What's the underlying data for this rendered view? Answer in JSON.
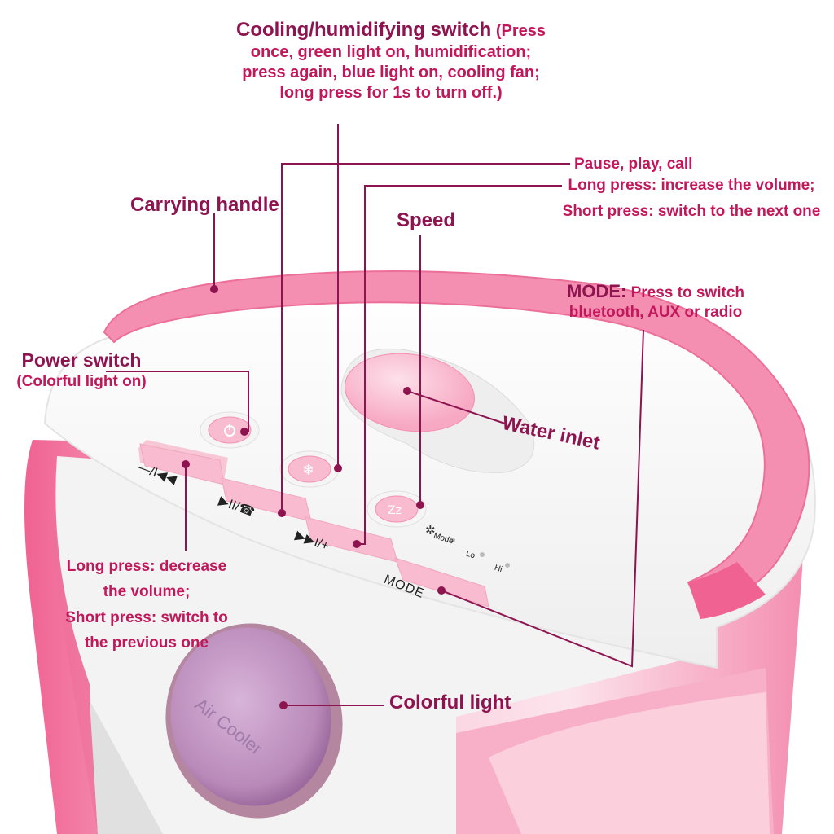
{
  "labels": {
    "cooling_title": "Cooling/humidifying switch",
    "cooling_desc_1": "(Press",
    "cooling_desc_2": "once, green light on, humidification;",
    "cooling_desc_3": "press again, blue light on, cooling fan;",
    "cooling_desc_4": "long press for 1s to turn off.)",
    "pause": "Pause, play, call",
    "next_1": "Long press: increase the volume;",
    "next_2": "Short press: switch to the next one",
    "handle": "Carrying handle",
    "speed": "Speed",
    "mode_title": "MODE:",
    "mode_desc_1": "Press to switch",
    "mode_desc_2": "bluetooth, AUX or radio",
    "power_title": "Power switch",
    "power_desc": "(Colorful light on)",
    "water": "Water inlet",
    "prev_1": "Long press: decrease",
    "prev_2": "the volume;",
    "prev_3": "Short press: switch to",
    "prev_4": "the previous one",
    "light": "Colorful light"
  },
  "panel": {
    "prev_symbol": "—/I◀◀",
    "play_symbol": "▶II/☎",
    "next_symbol": "▶▶I/+",
    "mode_button": "MODE",
    "speed_mode": "Mode",
    "speed_lo": "Lo",
    "speed_hi": "Hi",
    "cover_text": "Air Cooler"
  },
  "colors": {
    "label": "#c2185b",
    "label_heading": "#8e1450",
    "pink_body": "#f7b8cc",
    "pink_handle": "#f48fb1",
    "panel_white": "#f7f7f7",
    "light_purple": "#c79bc8"
  },
  "icons": [
    "power-icon",
    "snowflake-icon",
    "speed-icon",
    "fan-icon"
  ]
}
